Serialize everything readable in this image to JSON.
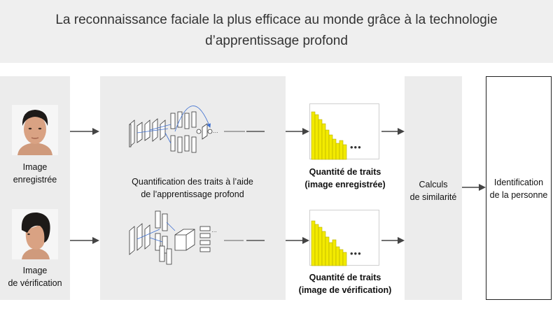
{
  "header": {
    "title_line1": "La reconnaissance faciale la plus efficace au monde grâce à la technologie",
    "title_line2": "d’apprentissage profond"
  },
  "inputs": {
    "registered": {
      "line1": "Image",
      "line2": "enregistrée"
    },
    "verification": {
      "line1": "Image",
      "line2": "de vérification"
    }
  },
  "model": {
    "label_line1": "Quantification des traits à l’aide",
    "label_line2": "de l’apprentissage profond"
  },
  "features": {
    "registered": {
      "line1": "Quantité de traits",
      "line2": "(image enregistrée)"
    },
    "verification": {
      "line1": "Quantité de traits",
      "line2": "(image de vérification)"
    },
    "ellipsis": "•••"
  },
  "similarity": {
    "line1": "Calculs",
    "line2": "de similarité"
  },
  "result": {
    "line1": "Identification",
    "line2": "de la personne"
  },
  "colors": {
    "histogram_bar": "#f2ea00",
    "panel": "#ececec",
    "arrow": "#444444"
  }
}
